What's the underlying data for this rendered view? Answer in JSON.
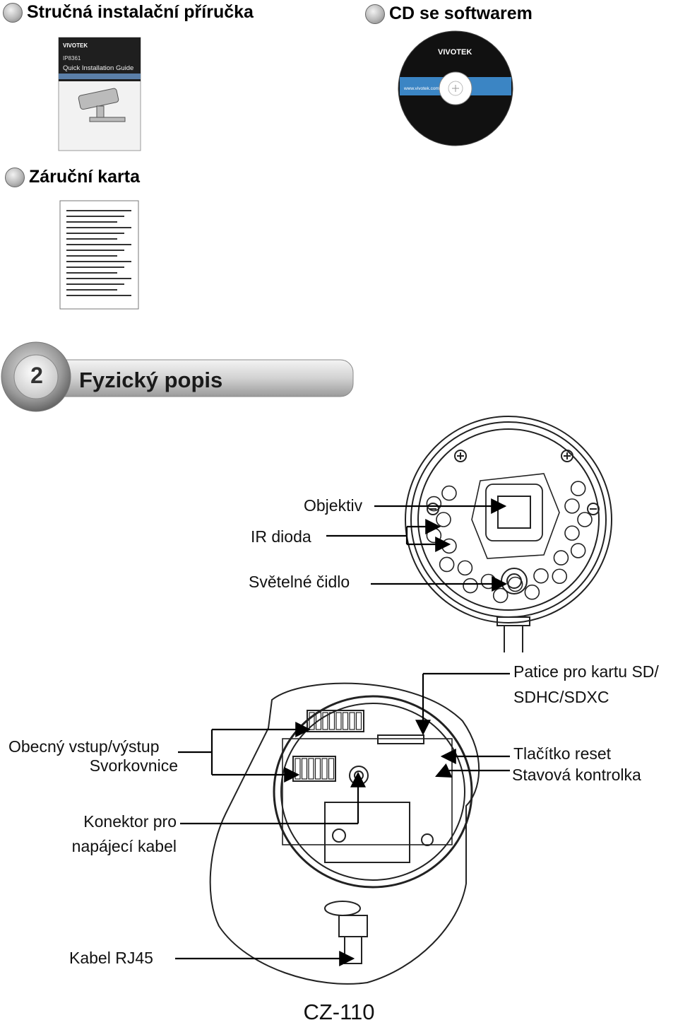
{
  "items": {
    "quick_guide": {
      "title": "Stručná instalační příručka",
      "cover": {
        "brand": "VIVOTEK",
        "model": "IP8361",
        "title": "Quick Installation Guide"
      }
    },
    "cd": {
      "title": "CD se softwarem",
      "brand": "VIVOTEK",
      "url": "www.vivotek.com"
    },
    "warranty": {
      "title": "Záruční karta"
    }
  },
  "section": {
    "number": "2",
    "title": "Fyzický popis"
  },
  "front_labels": {
    "lens": "Objektiv",
    "ir_led": "IR dioda",
    "light_sensor": "Světelné čidlo"
  },
  "inside_labels": {
    "sd_slot_line1": "Patice pro kartu SD/",
    "sd_slot_line2": "SDHC/SDXC",
    "gio_line1": "Obecný vstup/výstup",
    "gio_line2": "Svorkovnice",
    "reset": "Tlačítko reset",
    "status_led": "Stavová kontrolka",
    "power_line1": "Konektor pro",
    "power_line2": "napájecí kabel",
    "rj45": "Kabel RJ45"
  },
  "footer": {
    "page": "CZ-110"
  }
}
